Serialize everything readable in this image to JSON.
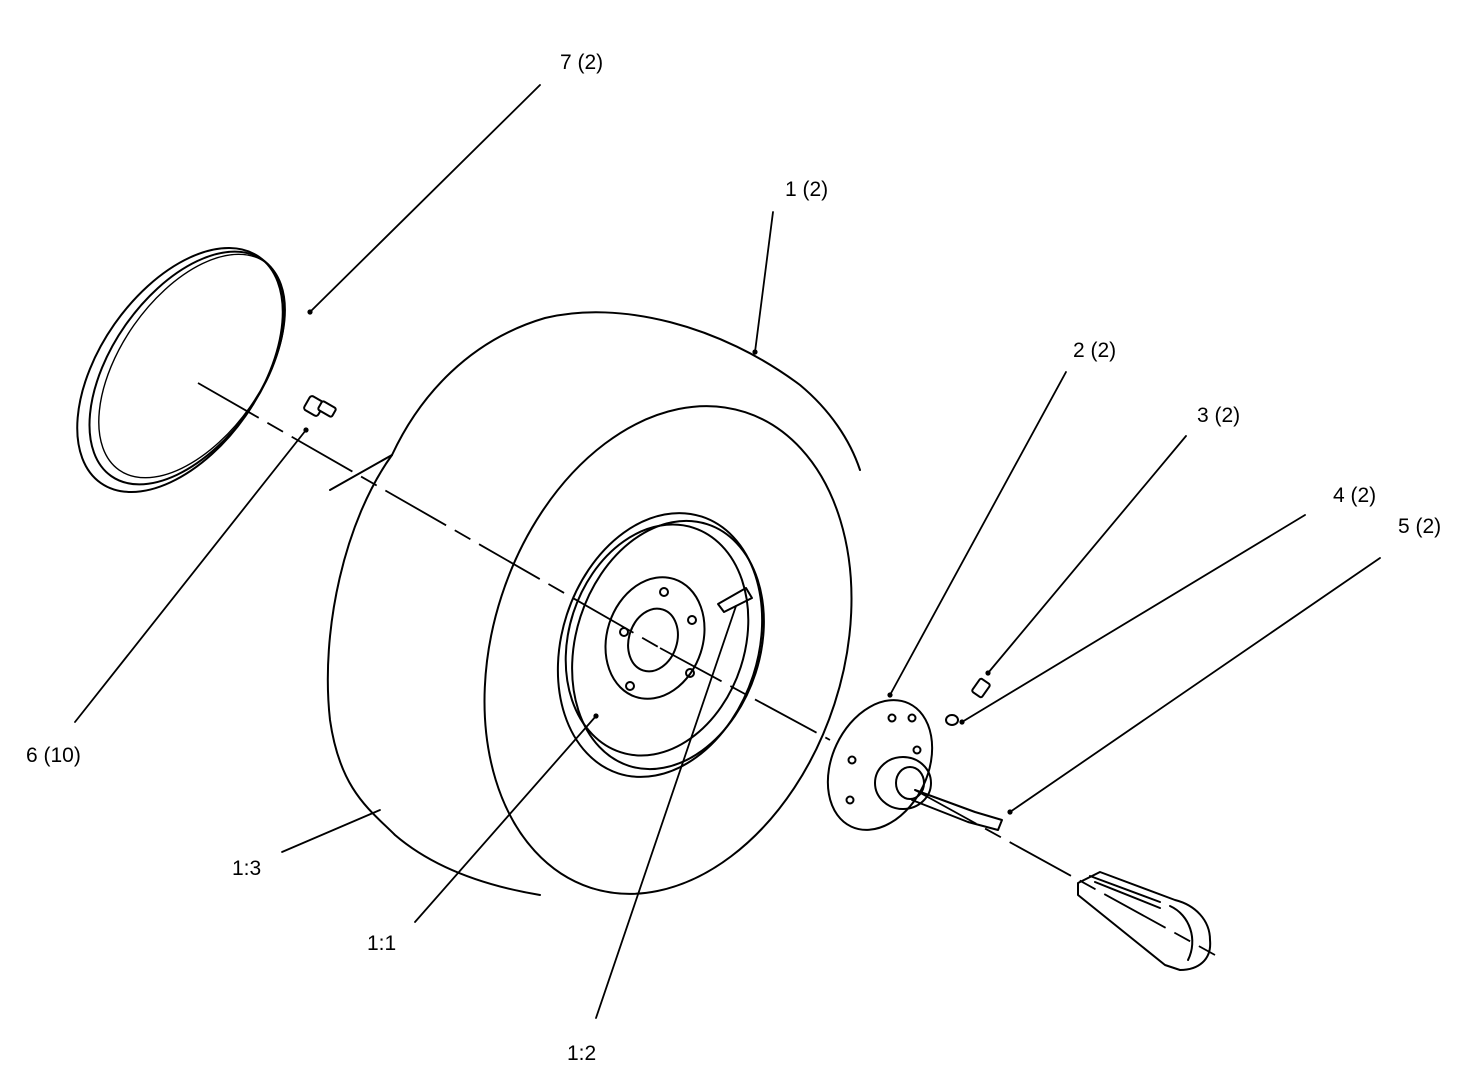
{
  "callouts": {
    "c7": "7 (2)",
    "c1": "1 (2)",
    "c2": "2 (2)",
    "c3": "3 (2)",
    "c4": "4 (2)",
    "c5": "5 (2)",
    "c6": "6 (10)",
    "c13": "1:3",
    "c11": "1:1",
    "c12": "1:2"
  }
}
